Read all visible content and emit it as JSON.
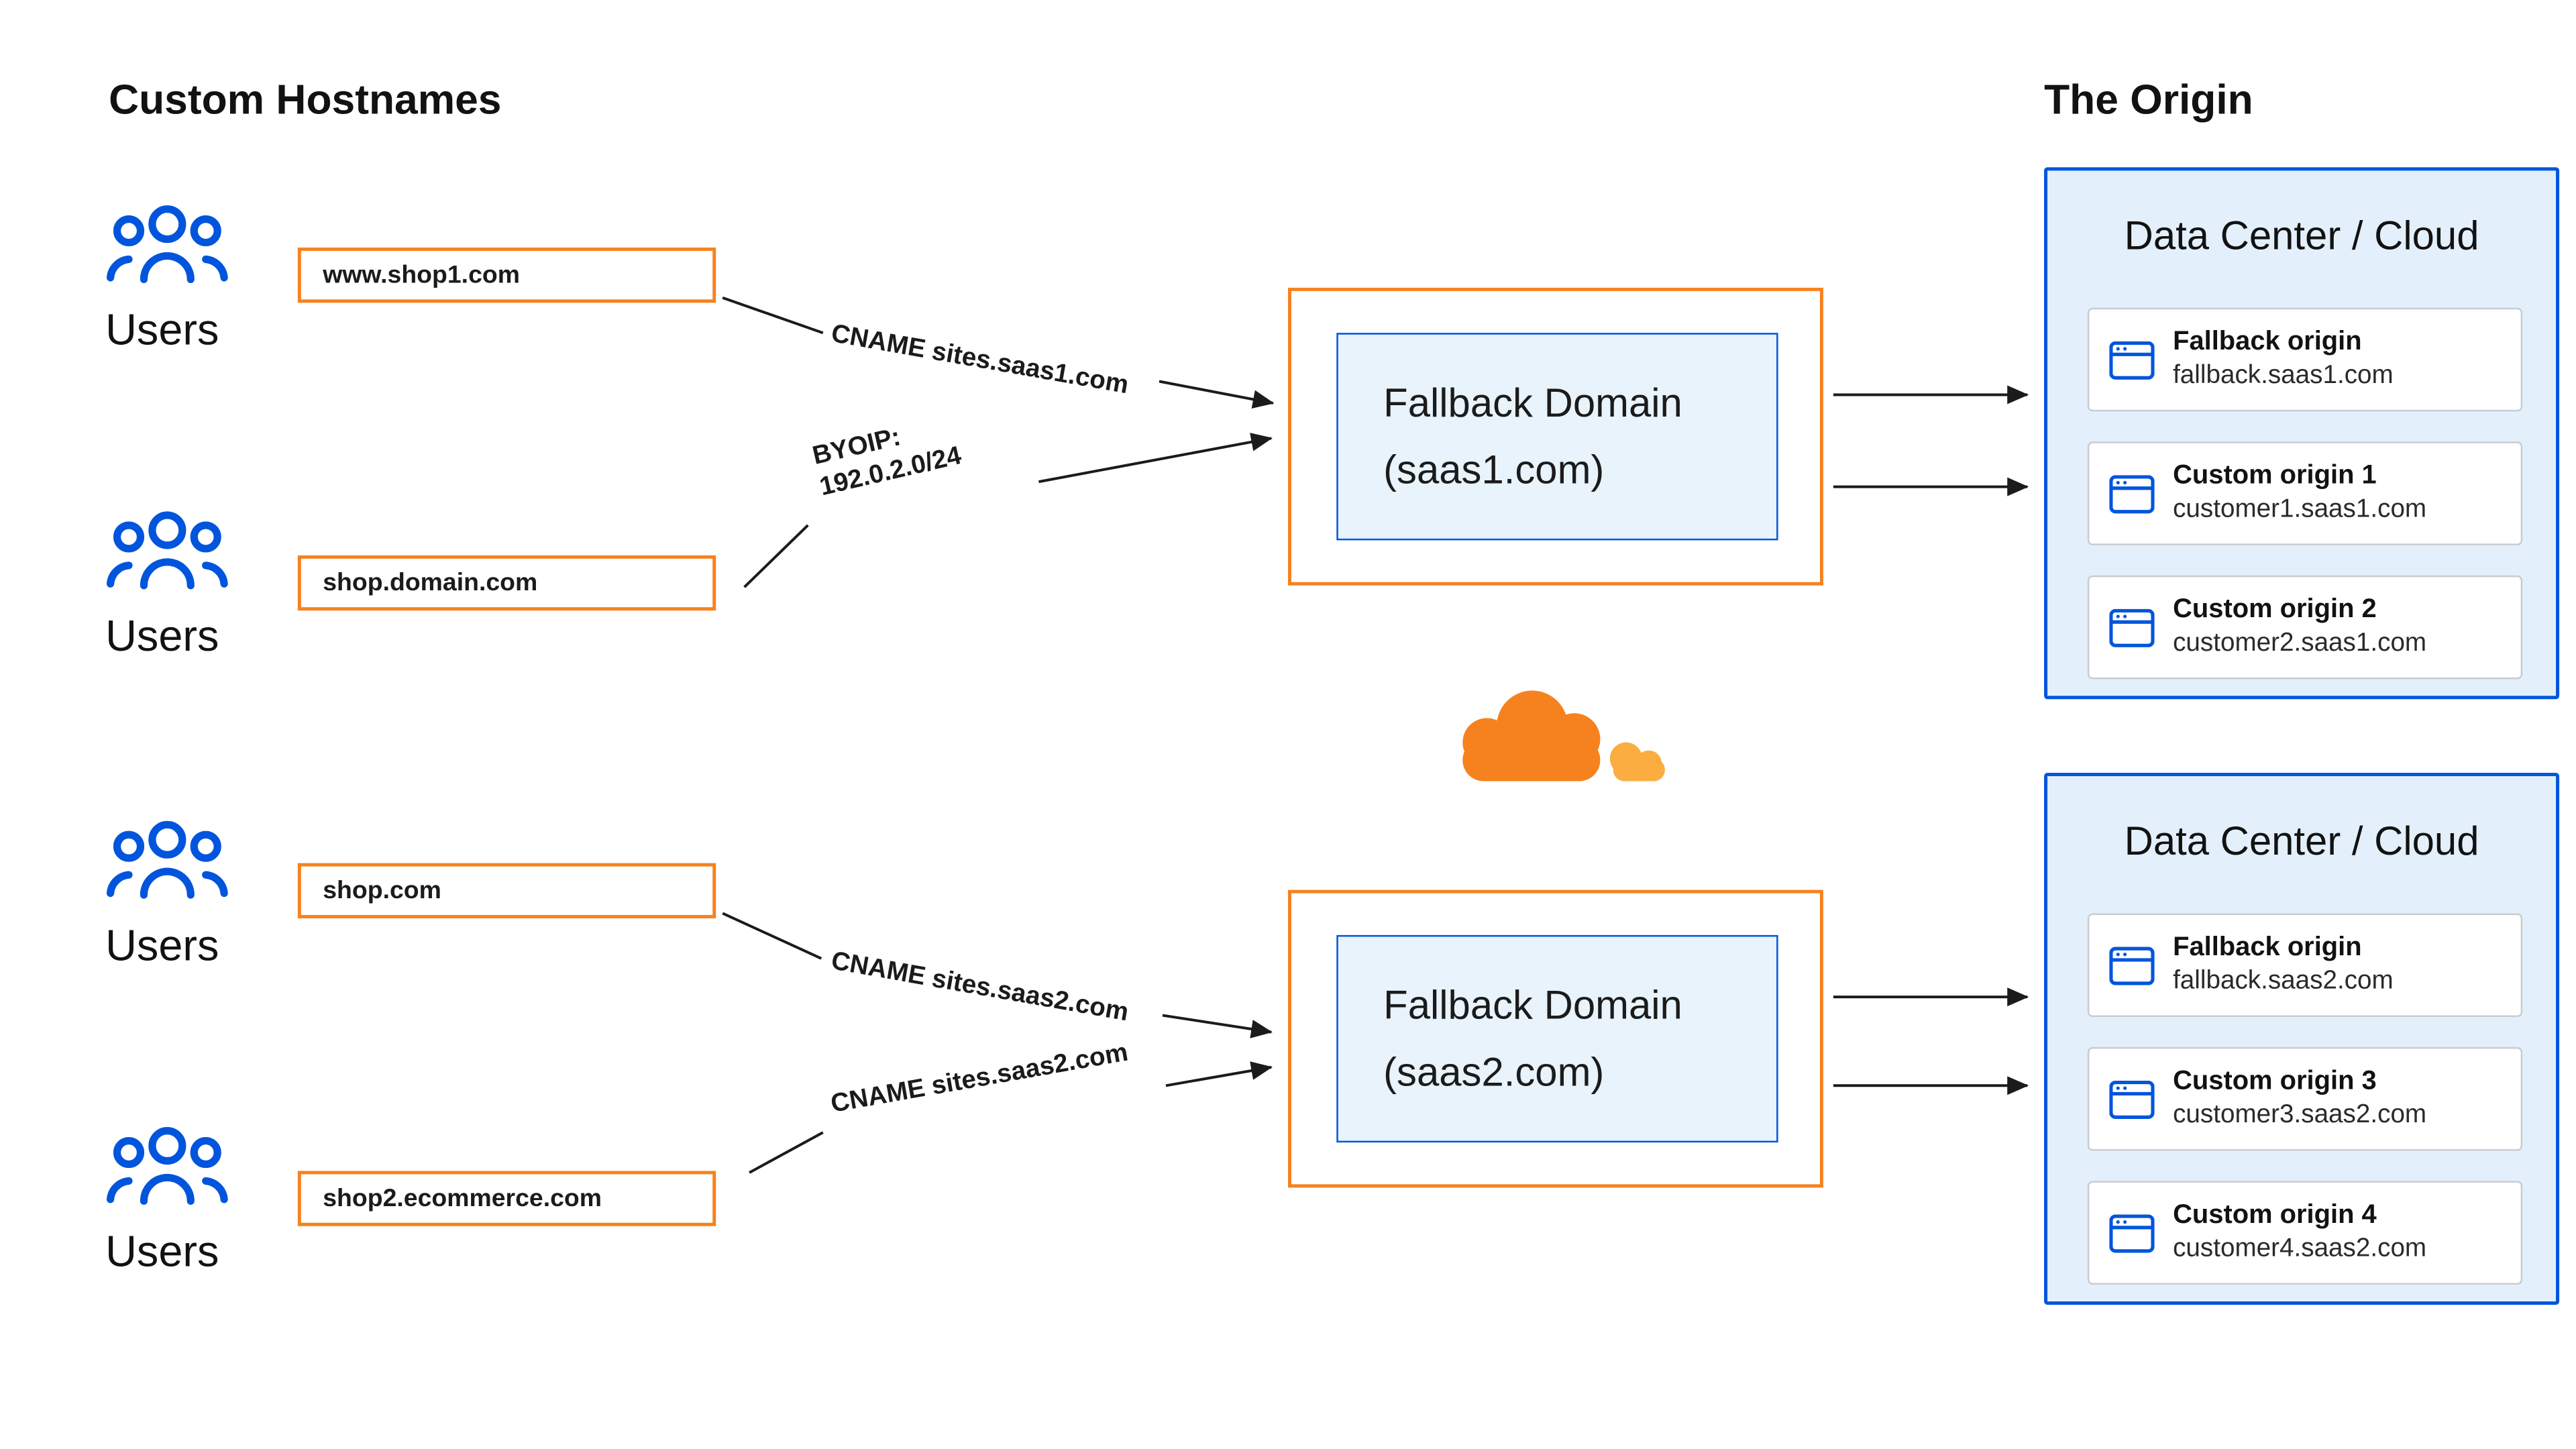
{
  "headings": {
    "custom_hostnames": "Custom Hostnames",
    "the_origin": "The Origin"
  },
  "users_label": "Users",
  "hostnames": [
    "www.shop1.com",
    "shop.domain.com",
    "shop.com",
    "shop2.ecommerce.com"
  ],
  "edges": {
    "cname_saas1": "CNAME sites.saas1.com",
    "byoip_line1": "BYOIP:",
    "byoip_line2": "192.0.2.0/24",
    "cname_saas2_a": "CNAME sites.saas2.com",
    "cname_saas2_b": "CNAME sites.saas2.com"
  },
  "fallback_domains": [
    {
      "line1": "Fallback Domain",
      "line2": "(saas1.com)"
    },
    {
      "line1": "Fallback Domain",
      "line2": "(saas2.com)"
    }
  ],
  "origin_panels": [
    {
      "title": "Data Center / Cloud",
      "cards": [
        {
          "title": "Fallback origin",
          "subtitle": "fallback.saas1.com"
        },
        {
          "title": "Custom origin 1",
          "subtitle": "customer1.saas1.com"
        },
        {
          "title": "Custom origin 2",
          "subtitle": "customer2.saas1.com"
        }
      ]
    },
    {
      "title": "Data Center / Cloud",
      "cards": [
        {
          "title": "Fallback origin",
          "subtitle": "fallback.saas2.com"
        },
        {
          "title": "Custom origin 3",
          "subtitle": "customer3.saas2.com"
        },
        {
          "title": "Custom origin 4",
          "subtitle": "customer4.saas2.com"
        }
      ]
    }
  ],
  "colors": {
    "orange": "#F6821F",
    "orange_light": "#FBAD41",
    "blue": "#0055DC",
    "panel_bg": "#E3F0FB",
    "inner_bg": "#E8F3FC",
    "text": "#1B1B1B"
  }
}
